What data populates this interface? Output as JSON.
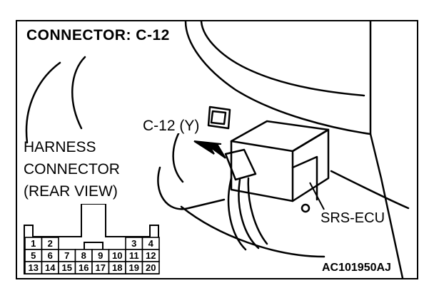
{
  "title": "CONNECTOR: C-12",
  "connector_callout": "C-12 (Y)",
  "harness_label": [
    "HARNESS",
    "CONNECTOR",
    "(REAR VIEW)"
  ],
  "ecu_label": "SRS-ECU",
  "figure_code": "AC101950AJ",
  "pin_rows": [
    [
      "1",
      "2",
      "",
      "",
      "",
      "",
      "3",
      "4"
    ],
    [
      "5",
      "6",
      "7",
      "8",
      "9",
      "10",
      "11",
      "12"
    ],
    [
      "13",
      "14",
      "15",
      "16",
      "17",
      "18",
      "19",
      "20"
    ]
  ]
}
